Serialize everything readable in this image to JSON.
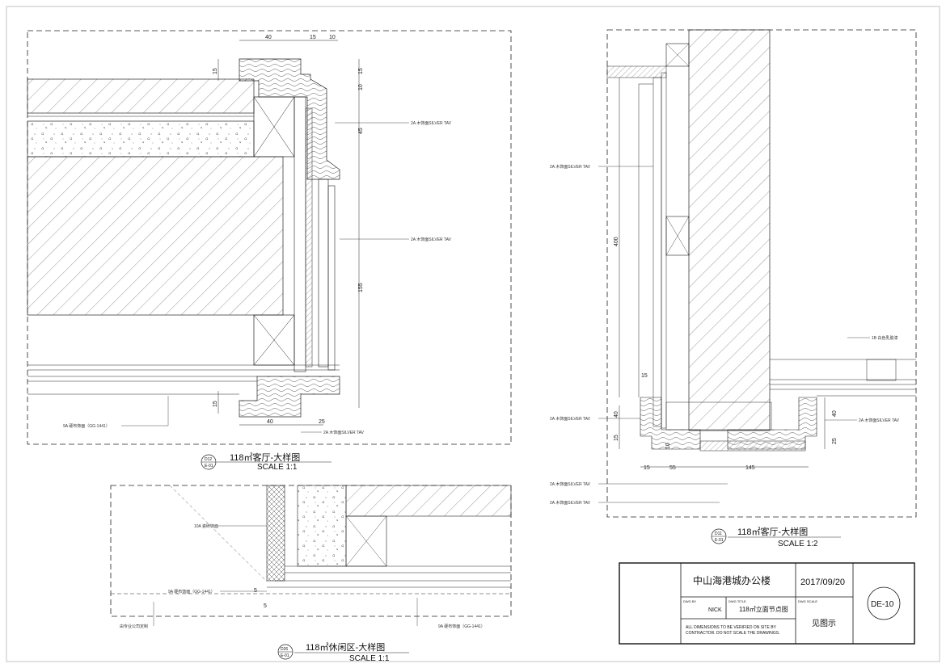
{
  "drawings": {
    "d12": {
      "ref_top": "D12",
      "ref_bottom": "E-01",
      "title": "118㎡客厅-大样图",
      "scale": "SCALE 1:1",
      "dims_top": [
        "40",
        "15",
        "10"
      ],
      "dims_right": [
        "15",
        "10",
        "45",
        "155"
      ],
      "dims_left": [
        "15",
        "15"
      ],
      "dims_bottom": [
        "40",
        "25"
      ],
      "tags": [
        {
          "code": "2A",
          "text": "木饰面SILVER TAV"
        },
        {
          "code": "2A",
          "text": "木饰面SILVER TAV"
        },
        {
          "code": "2A",
          "text": "木饰面SILVER TAV"
        },
        {
          "code": "9A",
          "text": "硬布饰面（GG-1441）"
        }
      ]
    },
    "d11": {
      "ref_top": "D11",
      "ref_bottom": "E-01",
      "title": "118㎡客厅-大样图",
      "scale": "SCALE 1:2",
      "dims_vertical": [
        "400",
        "15",
        "40",
        "15",
        "10"
      ],
      "dims_right": [
        "40",
        "25"
      ],
      "dims_bottom": [
        "15",
        "55",
        "145"
      ],
      "tags": [
        {
          "code": "2A",
          "text": "木饰面SILVER TAV"
        },
        {
          "code": "2A",
          "text": "木饰面SILVER TAV"
        },
        {
          "code": "2A",
          "text": "木饰面SILVER TAV"
        },
        {
          "code": "2A",
          "text": "木饰面SILVER TAV"
        },
        {
          "code": "2A",
          "text": "木饰面SILVER TAV"
        },
        {
          "code": "1B",
          "text": "白色乳胶漆"
        }
      ]
    },
    "d26": {
      "ref_top": "D26",
      "ref_bottom": "E-01",
      "title": "118㎡休闲区-大样图",
      "scale": "SCALE 1:1",
      "dims": [
        "5",
        "5"
      ],
      "tags": [
        {
          "code": "10A",
          "text": "瓷砖饰面"
        },
        {
          "code": "9A",
          "text": "硬布饰面（GG-1441）"
        },
        {
          "code": "9A",
          "text": "硬布饰面（GG-1441）"
        }
      ],
      "note": "由专业公司定制"
    }
  },
  "title_block": {
    "project": "中山海港城办公楼",
    "date": "2017/09/20",
    "dwg_by_label": "DWG BY",
    "dwg_by": "NICK",
    "dwg_title_label": "DWG TITLE",
    "dwg_title": "118㎡立面节点图",
    "dwg_scale_label": "DWG SCALE",
    "dwg_scale": "见图示",
    "sheet_no": "DE-10",
    "note": "ALL DIMENSIONS TO BE VERIFIED ON SITE BY CONTRACTOR. DO NOT SCALE THE DRAWINGS."
  }
}
